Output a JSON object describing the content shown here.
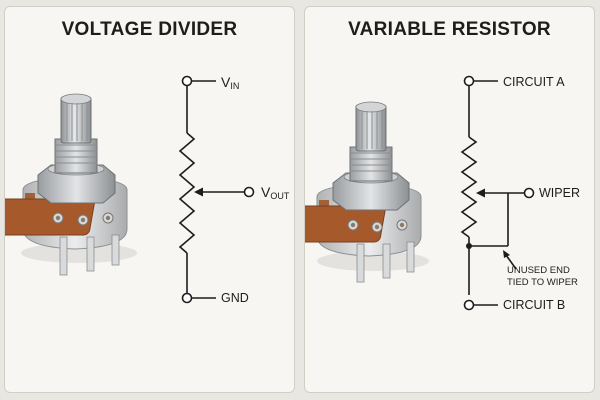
{
  "panels": [
    {
      "title": "VOLTAGE DIVIDER",
      "labels": {
        "top_main": "V",
        "top_sub": "IN",
        "out_main": "V",
        "out_sub": "OUT",
        "bottom": "GND"
      }
    },
    {
      "title": "VARIABLE RESISTOR",
      "labels": {
        "top": "CIRCUIT A",
        "wiper": "WIPER",
        "bottom": "CIRCUIT B",
        "note_line1": "UNUSED END",
        "note_line2": "TIED TO WIPER"
      }
    }
  ],
  "colors": {
    "wire": "#1d1d1d",
    "board": "#a0552a",
    "metal": "#b9bcbf",
    "housing": "#cfcfcf"
  }
}
